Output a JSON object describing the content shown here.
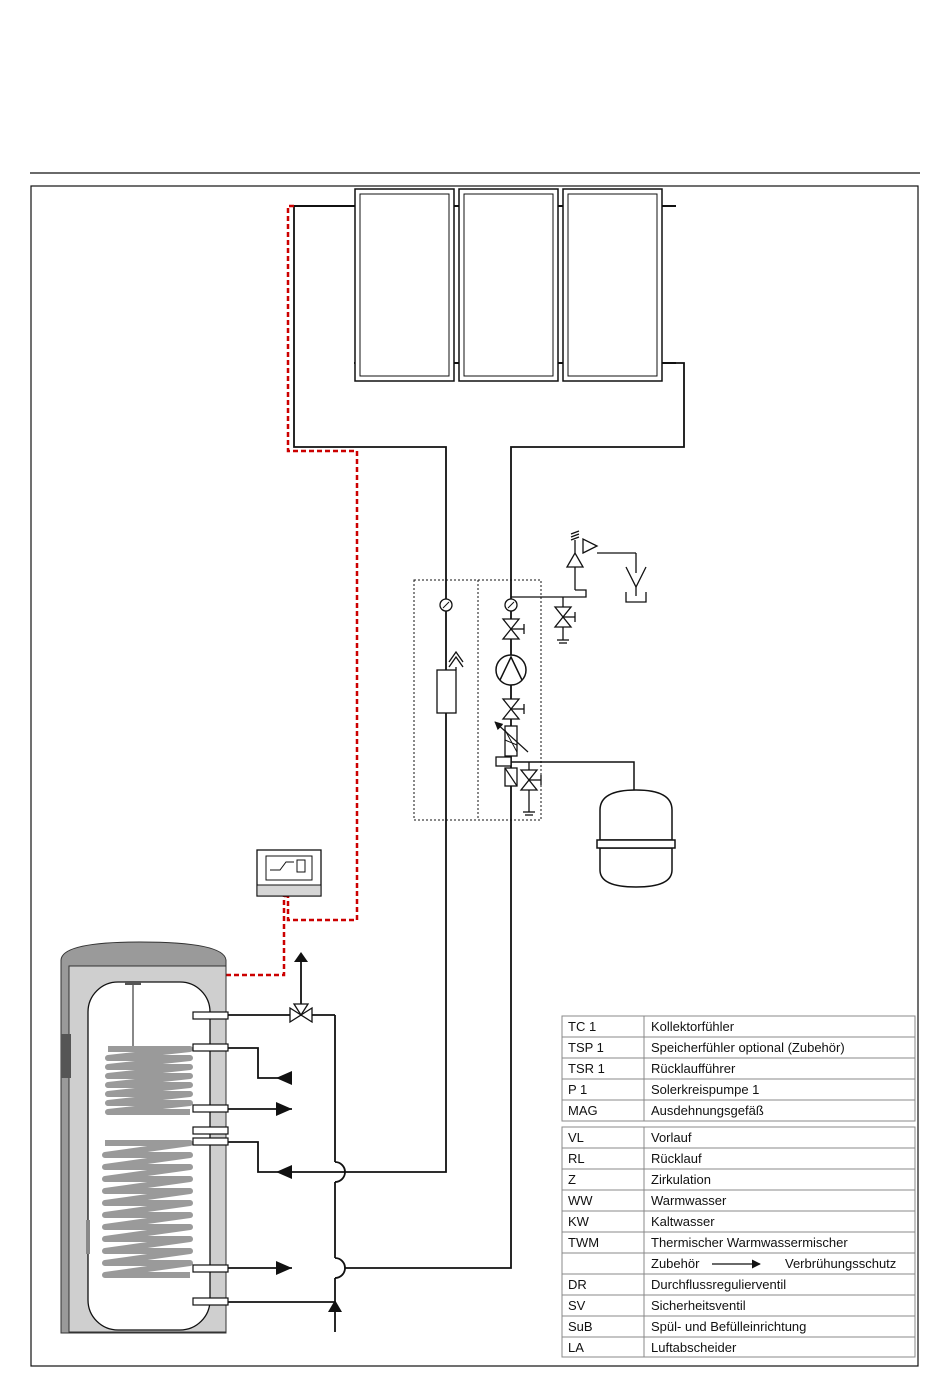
{
  "legend_top": [
    {
      "code": "TC 1",
      "description": "Kollektorfühler"
    },
    {
      "code": "TSP 1",
      "description": "Speicherfühler optional (Zubehör)"
    },
    {
      "code": "TSR 1",
      "description": "Rücklaufführer"
    },
    {
      "code": "P 1",
      "description": "Solerkreispumpe 1"
    },
    {
      "code": "MAG",
      "description": "Ausdehnungsgefäß"
    }
  ],
  "legend_bottom": [
    {
      "code": "VL",
      "description": "Vorlauf"
    },
    {
      "code": "RL",
      "description": "Rücklauf"
    },
    {
      "code": "Z",
      "description": "Zirkulation"
    },
    {
      "code": "WW",
      "description": "Warmwasser"
    },
    {
      "code": "KW",
      "description": "Kaltwasser"
    },
    {
      "code": "TWM",
      "description": "Thermischer Warmwassermischer"
    }
  ],
  "accessory_note": {
    "left": "Zubehör",
    "right": "Verbrühungsschutz"
  },
  "legend_end": [
    {
      "code": "DR",
      "description": "Durchflussregulierventil"
    },
    {
      "code": "SV",
      "description": "Sicherheitsventil"
    },
    {
      "code": "SuB",
      "description": "Spül- und Befülleinrichtung"
    },
    {
      "code": "LA",
      "description": "Luftabscheider"
    }
  ],
  "colors": {
    "sensor_wire": "#cc0000",
    "pipe": "#111111",
    "tank_shell": "#9a9a9a",
    "tank_body": "#d2d2d2"
  },
  "icons": [
    "solar-collector-icon",
    "storage-tank-icon",
    "pump-icon",
    "valve-icon",
    "expansion-vessel-icon",
    "controller-icon",
    "arrow-icon",
    "funnel-icon"
  ]
}
